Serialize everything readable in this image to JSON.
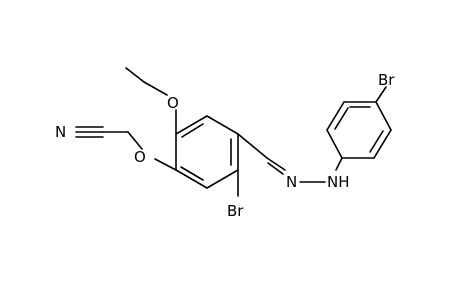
{
  "atoms": {
    "bromine_top": "Br",
    "bromine_bottom": "Br",
    "oxygen_ethoxy": "O",
    "oxygen_ether": "O",
    "nitrogen_nitrile": "N",
    "nitrogen_imine": "N",
    "nitrogen_amine": "NH"
  },
  "colors": {
    "bond": "#000000",
    "label": "#000000",
    "background": "#ffffff"
  }
}
